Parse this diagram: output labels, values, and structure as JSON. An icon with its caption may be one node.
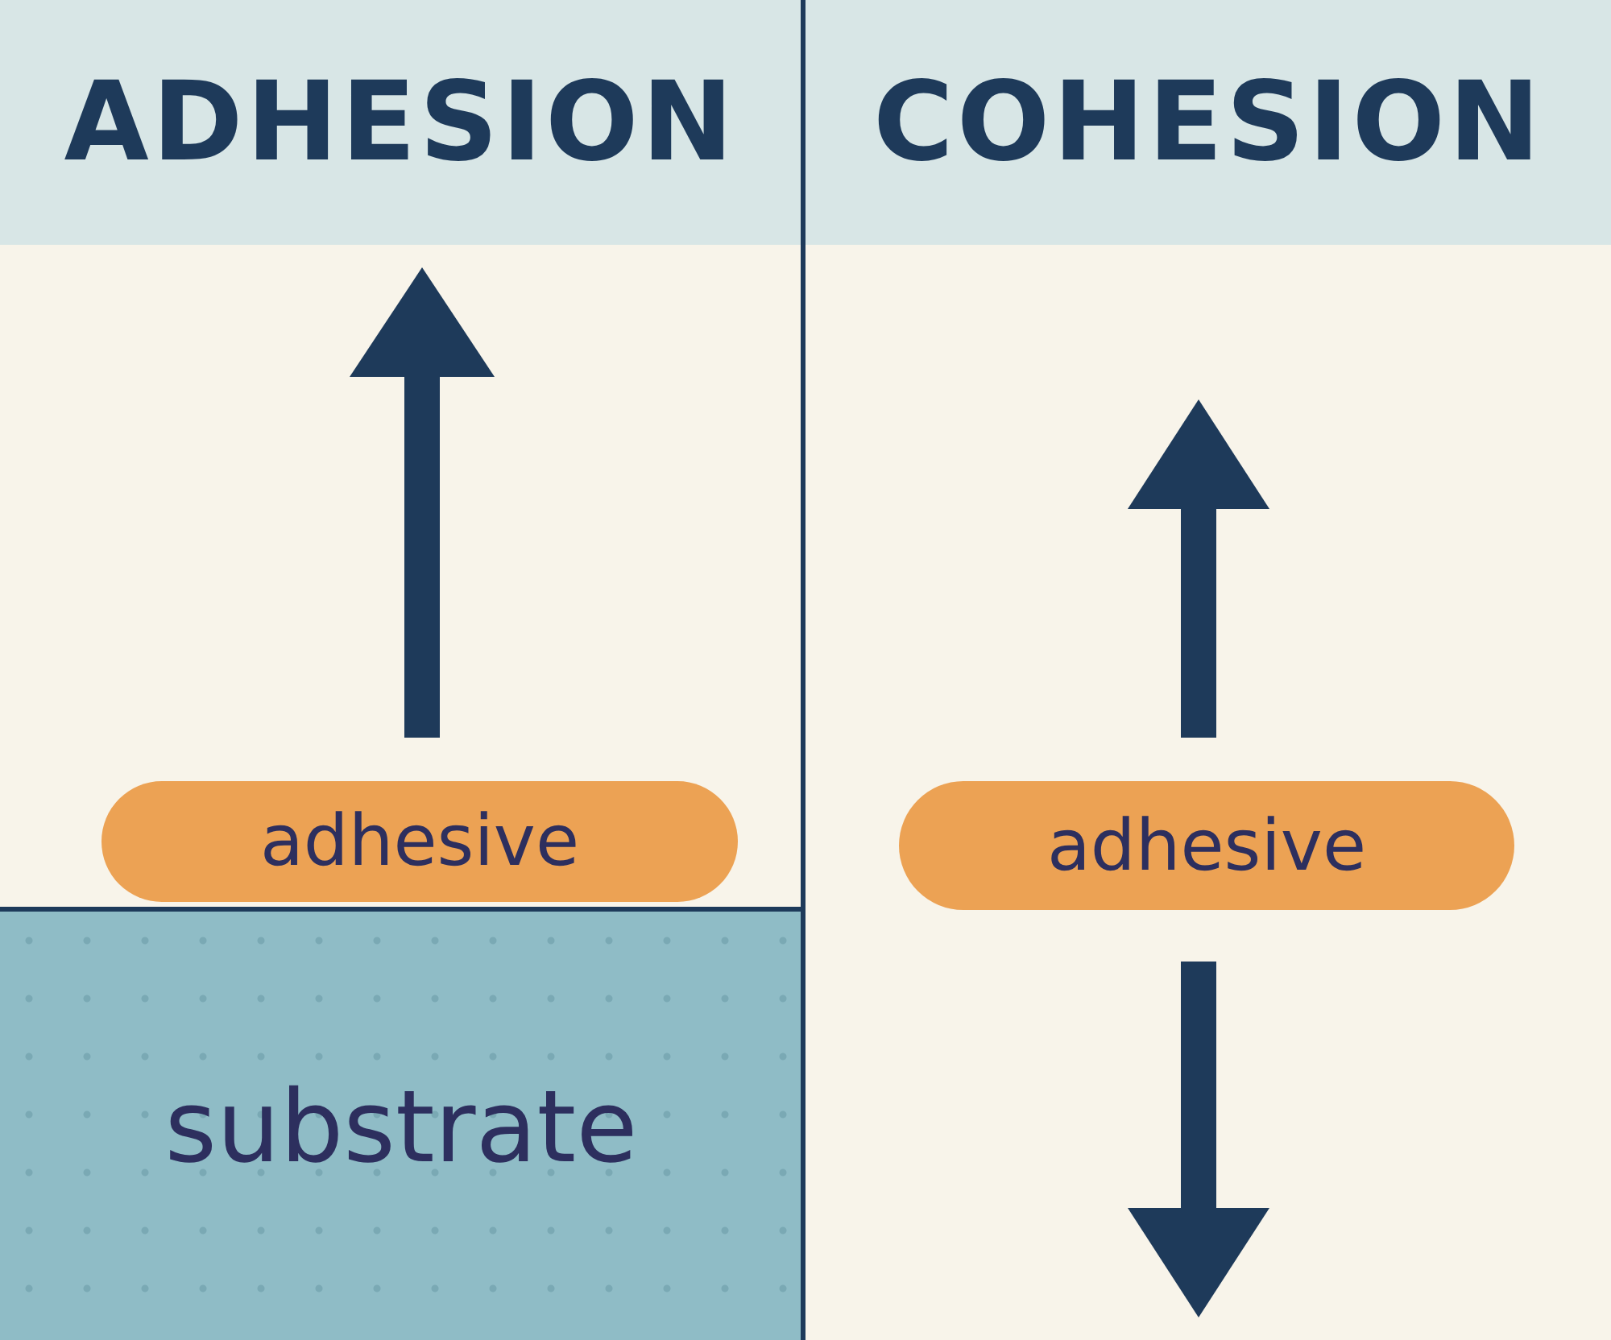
{
  "diagram": {
    "nodes": [
      {
        "text": [
          "ADHESION"
        ]
      },
      {
        "text": [
          "adhesive"
        ],
        "in": 0
      },
      {
        "text": [
          "substrate"
        ],
        "in": 0
      },
      {
        "text": [
          "COHESION"
        ]
      },
      {
        "text": [
          "adhesive"
        ],
        "in": 3
      }
    ],
    "edges": []
  }
}
